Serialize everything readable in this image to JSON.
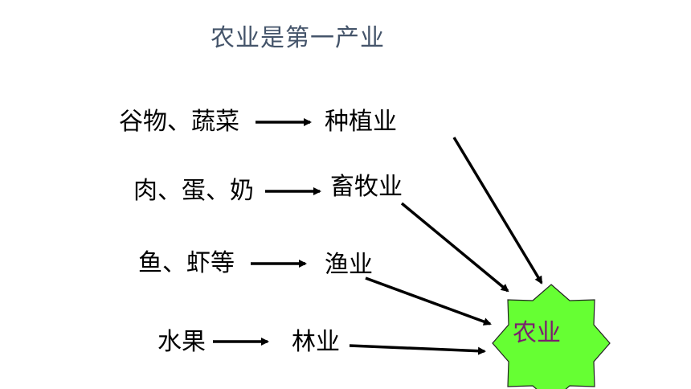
{
  "title": "农业是第一产业",
  "rows": [
    {
      "source": "谷物、蔬菜",
      "target": "种植业"
    },
    {
      "source": "肉、蛋、奶",
      "target": "畜牧业"
    },
    {
      "source": "鱼、虾等",
      "target": "渔业"
    },
    {
      "source": "水果",
      "target": "林业"
    }
  ],
  "center": {
    "label": "农业",
    "fill_color": "#66ff33",
    "label_color": "#7a1f6e"
  }
}
